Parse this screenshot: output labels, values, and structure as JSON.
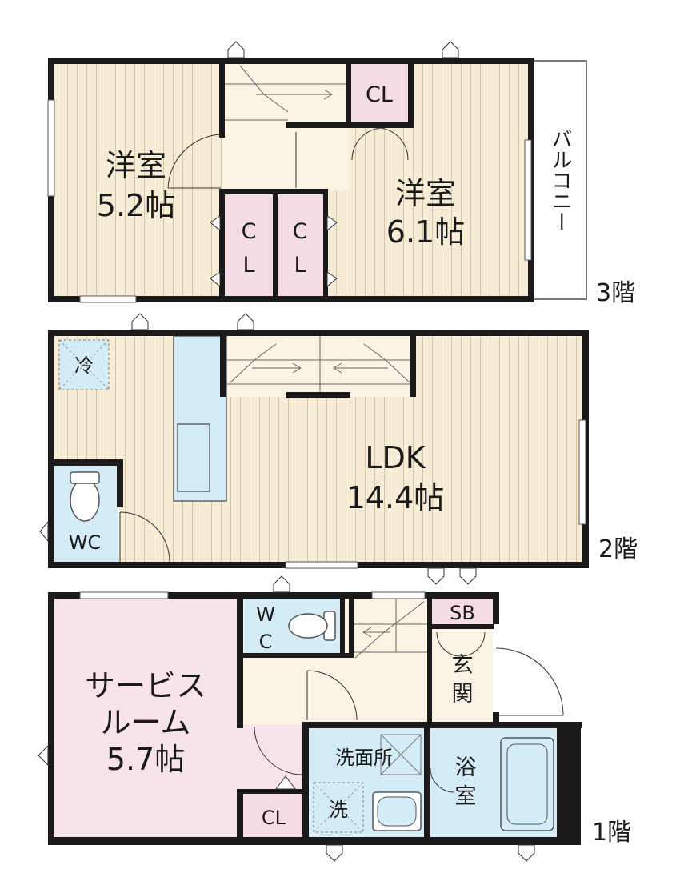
{
  "floors": {
    "third": {
      "label": "3階",
      "room_west": {
        "name": "洋室",
        "size": "5.2帖"
      },
      "room_east": {
        "name": "洋室",
        "size": "6.1帖"
      },
      "closet_top": "CL",
      "closet_left": [
        "C",
        "L"
      ],
      "closet_right": [
        "C",
        "L"
      ],
      "balcony": "バルコニー"
    },
    "second": {
      "label": "2階",
      "fridge": "冷",
      "ldk": {
        "name": "LDK",
        "size": "14.4帖"
      },
      "wc": "WC"
    },
    "first": {
      "label": "1階",
      "service_room": {
        "line1": "サービス",
        "line2": "ルーム",
        "size": "5.7帖"
      },
      "wc": [
        "W",
        "C"
      ],
      "shoe_box": "SB",
      "entrance": [
        "玄",
        "関"
      ],
      "washroom": "洗面所",
      "washer": "洗",
      "bath": [
        "浴",
        "室"
      ],
      "closet": "CL"
    }
  },
  "colors": {
    "wall": "#1a1a1a",
    "floor_wood": "#f7ecd6",
    "floor_line": "#d7c6a5",
    "closet": "#f4dbe6",
    "wet_area": "#d4ecf7",
    "service_room": "#f8e3ec",
    "hall": "#fbf4e4"
  }
}
